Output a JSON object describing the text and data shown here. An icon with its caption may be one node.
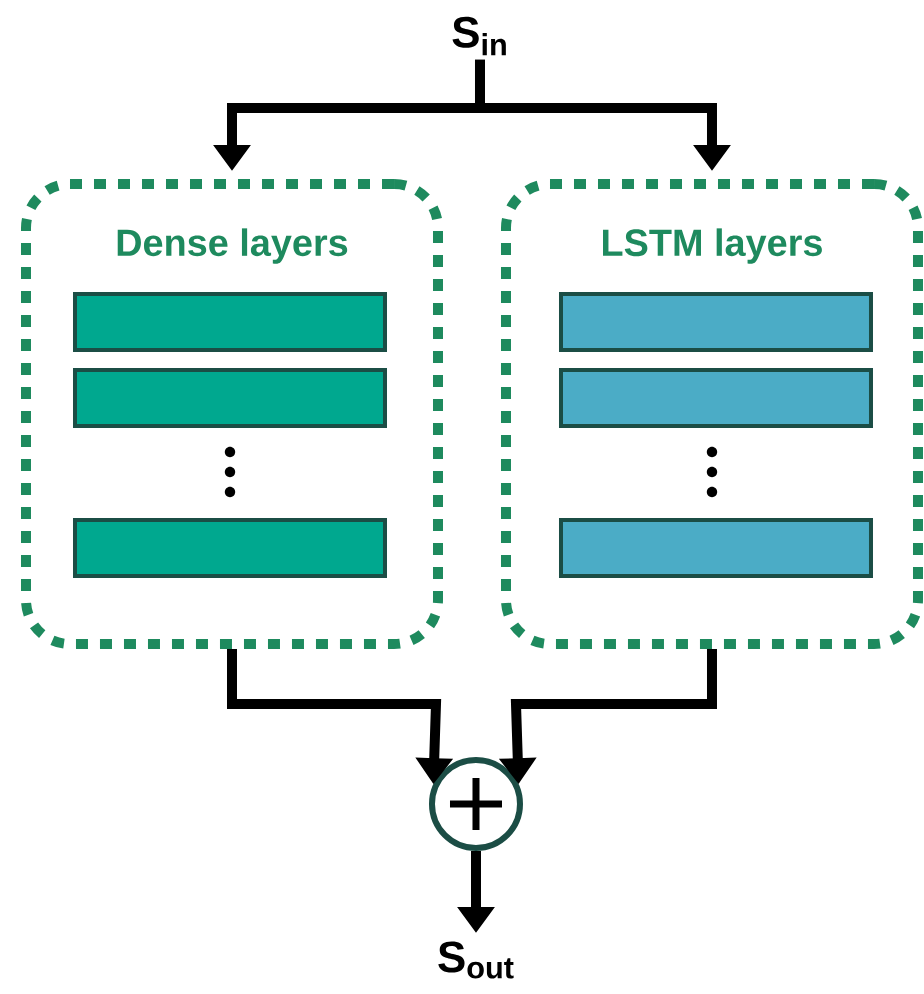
{
  "diagram": {
    "nodes": [
      {
        "text": [
          "S$_{in}$"
        ]
      },
      {
        "text": [
          "Dense layers"
        ]
      },
      {
        "text": [],
        "shape": "bar",
        "in": 1
      },
      {
        "text": [],
        "shape": "bar",
        "in": 1
      },
      {
        "text": [],
        "shape": "bar",
        "in": 1
      },
      {
        "text": [
          "LSTM layers"
        ]
      },
      {
        "text": [],
        "shape": "bar",
        "in": 5
      },
      {
        "text": [],
        "shape": "bar",
        "in": 5
      },
      {
        "text": [],
        "shape": "bar",
        "in": 5
      },
      {
        "text": [],
        "shape": "circle"
      },
      {
        "text": [
          "S$_{out}$"
        ]
      }
    ],
    "edges": [
      {
        "from": 0,
        "to": 1,
        "arrow": "to"
      },
      {
        "from": 0,
        "to": 5,
        "arrow": "to"
      },
      {
        "from": 1,
        "to": 9,
        "arrow": "to"
      },
      {
        "from": 5,
        "to": 9,
        "arrow": "to"
      },
      {
        "from": 9,
        "to": 10,
        "arrow": "to"
      }
    ]
  }
}
